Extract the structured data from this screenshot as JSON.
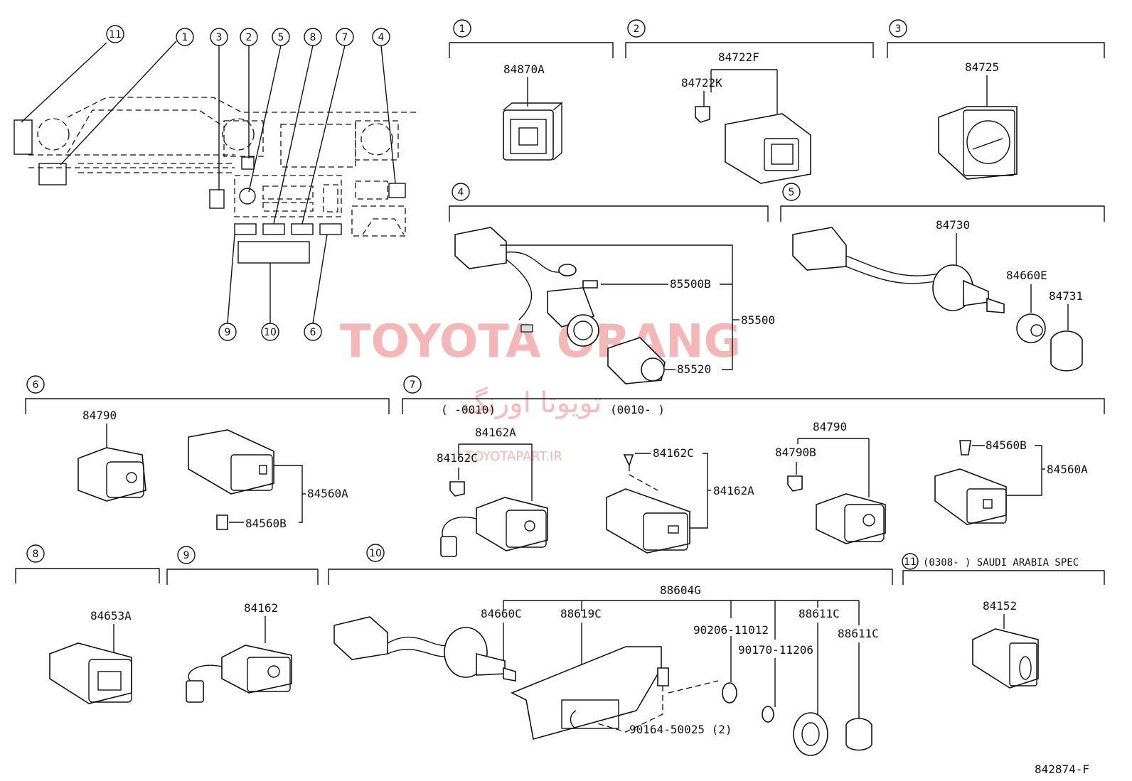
{
  "diagram_code": "842874-F",
  "watermark": {
    "title": "TOYOTA ORANG",
    "persian": "تویوتا اورنگ",
    "url": "TOYOTAPART.IR"
  },
  "section_numbers": [
    "1",
    "2",
    "3",
    "4",
    "5",
    "6",
    "7",
    "8",
    "9",
    "10",
    "11"
  ],
  "overview_callouts": {
    "top": [
      "11",
      "1",
      "3",
      "2",
      "5",
      "8",
      "7",
      "4"
    ],
    "bottom": [
      "9",
      "10",
      "6"
    ]
  },
  "sections": {
    "s1": {
      "num": "1",
      "parts": [
        "84870A"
      ]
    },
    "s2": {
      "num": "2",
      "parts": [
        "84722F",
        "84722K"
      ]
    },
    "s3": {
      "num": "3",
      "parts": [
        "84725"
      ]
    },
    "s4": {
      "num": "4",
      "parts": [
        "85500B",
        "85500",
        "85520"
      ]
    },
    "s5": {
      "num": "5",
      "parts": [
        "84730",
        "84660E",
        "84731"
      ]
    },
    "s6": {
      "num": "6",
      "parts": [
        "84790",
        "84560A",
        "84560B"
      ]
    },
    "s7": {
      "num": "7",
      "range_a": "(    -0010)",
      "range_b": "(0010-      )",
      "parts": [
        "84162A",
        "84162C",
        "84162C",
        "84162A",
        "84790",
        "84790B",
        "84560B",
        "84560A"
      ]
    },
    "s8": {
      "num": "8",
      "parts": [
        "84653A"
      ]
    },
    "s9": {
      "num": "9",
      "parts": [
        "84162"
      ]
    },
    "s10": {
      "num": "10",
      "parts": [
        "88604G",
        "84660C",
        "88619C",
        "90206-11012",
        "90170-11206",
        "88611C",
        "88611C",
        "90164-50025 (2)"
      ]
    },
    "s11": {
      "num": "11",
      "note": "(0308-     ) SAUDI ARABIA SPEC",
      "parts": [
        "84152"
      ]
    }
  }
}
